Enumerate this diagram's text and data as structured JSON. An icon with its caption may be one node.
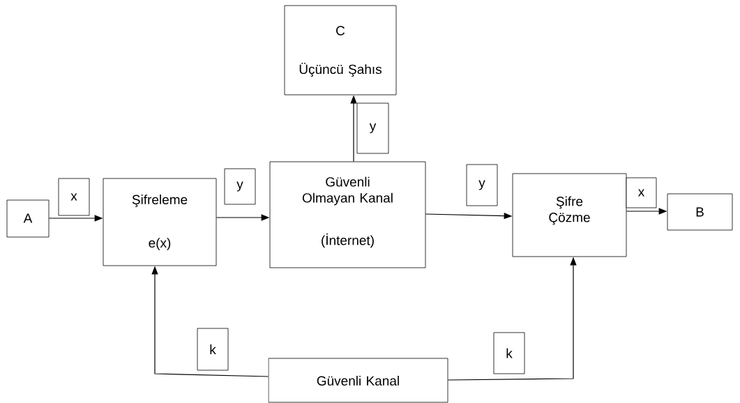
{
  "diagram": {
    "nodes": [
      {
        "text": [
          "A"
        ]
      },
      {
        "text": [
          "Şifreleme",
          "e(x)"
        ]
      },
      {
        "text": [
          "C",
          "Üçüncü Şahıs"
        ]
      },
      {
        "text": [
          "Güvenli Olmayan Kanal",
          "(İnternet)"
        ]
      },
      {
        "text": [
          "Şifre Çözme"
        ]
      },
      {
        "text": [
          "B"
        ]
      },
      {
        "text": [
          "Güvenli Kanal"
        ]
      }
    ],
    "edges": [
      {
        "from": 0,
        "to": 1,
        "arrow": "to",
        "label": "x"
      },
      {
        "from": 1,
        "to": 3,
        "arrow": "to",
        "label": "y"
      },
      {
        "from": 3,
        "to": 2,
        "arrow": "to",
        "label": "y"
      },
      {
        "from": 3,
        "to": 4,
        "arrow": "to",
        "label": "y"
      },
      {
        "from": 4,
        "to": 5,
        "arrow": "to",
        "label": "x"
      },
      {
        "from": 6,
        "to": 1,
        "arrow": "to",
        "label": "k"
      },
      {
        "from": 6,
        "to": 4,
        "arrow": "to",
        "label": "k"
      }
    ]
  }
}
